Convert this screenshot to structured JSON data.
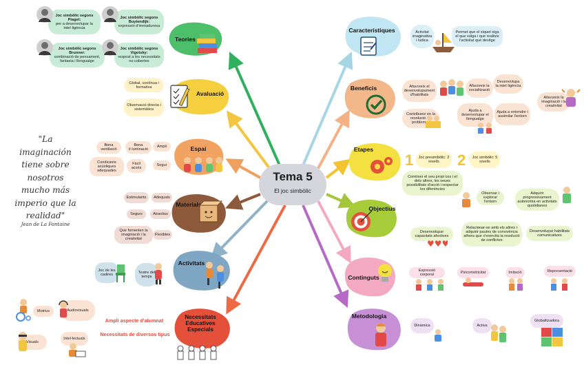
{
  "center": {
    "title": "Tema 5",
    "subtitle": "El joc simbòlic"
  },
  "quote": {
    "lines": [
      "\"La",
      "imaginación",
      "tiene sobre",
      "nosotros",
      "mucho más",
      "imperio que la",
      "realidad\""
    ],
    "author": "Jean de La Fontaine"
  },
  "colors": {
    "green": "#2fb05c",
    "yellow": "#f3c642",
    "tan": "#f0a05e",
    "orange": "#ee7a52",
    "brown": "#8e5a3c",
    "steel": "#7fa6c2",
    "red": "#e5503a",
    "cyan": "#9fd8e6",
    "purple": "#b56ac6",
    "pink": "#f3a9c1",
    "lime": "#a7cc3a",
    "mint": "#c9ecd6"
  },
  "teories": {
    "title": "Teories",
    "items": [
      {
        "head": "Joc simbòlic segons Piaget:",
        "text": "per a desenvolupar la intel·ligència"
      },
      {
        "head": "Joc simbòlic segons Buytendijk:",
        "text": "expressió d'immaduresa"
      },
      {
        "head": "Joc simbòlic segons Brunner:",
        "text": "combinació de pensament, fantasia i llenguatge"
      },
      {
        "head": "Joc simbòlic segons Vigotsky:",
        "text": "respost a les necessitats no cobertes"
      }
    ]
  },
  "avaluacio": {
    "title": "Avaluació",
    "items": [
      "Global, contínua i formativa",
      "Observació directa i sistemàtica"
    ]
  },
  "espai": {
    "title": "Espai",
    "items": [
      "Bona ventilació",
      "Bona il·luminació",
      "Ampli",
      "Condicions acústiques adequades",
      "Fàcil accés",
      "Segur"
    ]
  },
  "materials": {
    "title": "Materials",
    "items": [
      "Estimulants",
      "Adequats",
      "Segurs",
      "Atractius",
      "Que fomenten la imaginació i la creativitat",
      "Flexibles"
    ]
  },
  "activitats": {
    "title": "Activitats",
    "items": [
      "Joc de les cadires",
      "Teatre del temps"
    ]
  },
  "nee": {
    "title": "Necessitats Educatives Especials",
    "notes": [
      "Ampli aspecte d'alumnat",
      "Necessitats de diversos tipus"
    ],
    "items": [
      "Motrius",
      "Audiovisuals",
      "Visuals",
      "Intel·lectuals"
    ]
  },
  "caracteristiques": {
    "title": "Característiques",
    "items": [
      "Activitat imaginativa i lúdica",
      "Permet que el xiquet siga el que vulga i que realitze l'activitat que desitge"
    ]
  },
  "beneficis": {
    "title": "Beneficis",
    "items": [
      "Afavoreix el desenvolupament d'habilitats",
      "Afavoreix la socialització",
      "Desenvolupa la intel·ligència",
      "Afavoreix la imaginació i la creativitat",
      "Contribueix en la resolució de problemes",
      "Ajuda a desenvolupar el llenguatge",
      "Ajuda a entendre i assimilar l'entorn"
    ]
  },
  "etapes": {
    "title": "Etapes",
    "items": [
      {
        "num": "1",
        "text": "Joc presimbòlic: 2 nivells"
      },
      {
        "num": "2",
        "text": "Joc simbòlic: 5 nivells"
      }
    ]
  },
  "objectius": {
    "title": "Objectius",
    "items": [
      "Conèixer el seu propi cos i el dels altres, les seues possibilitats d'acció i respectar les diferències",
      "Observar i explorar l'entorn",
      "Adquirir progressivament autonomia en activitats quotidianes",
      "Desenvolupar capacitats afectives",
      "Relacionar-se amb els altres i adquirir pautes de convivència alhora que s'exercita la resolució de conflictes",
      "Desenvolupar habilitats comunicatives"
    ]
  },
  "continguts": {
    "title": "Continguts",
    "items": [
      "Expressió corporal",
      "Psicomotricitat",
      "Imitació",
      "Representació"
    ]
  },
  "metodologia": {
    "title": "Metodologia",
    "items": [
      "Dinàmica",
      "Activa",
      "Globalitzadora"
    ]
  }
}
